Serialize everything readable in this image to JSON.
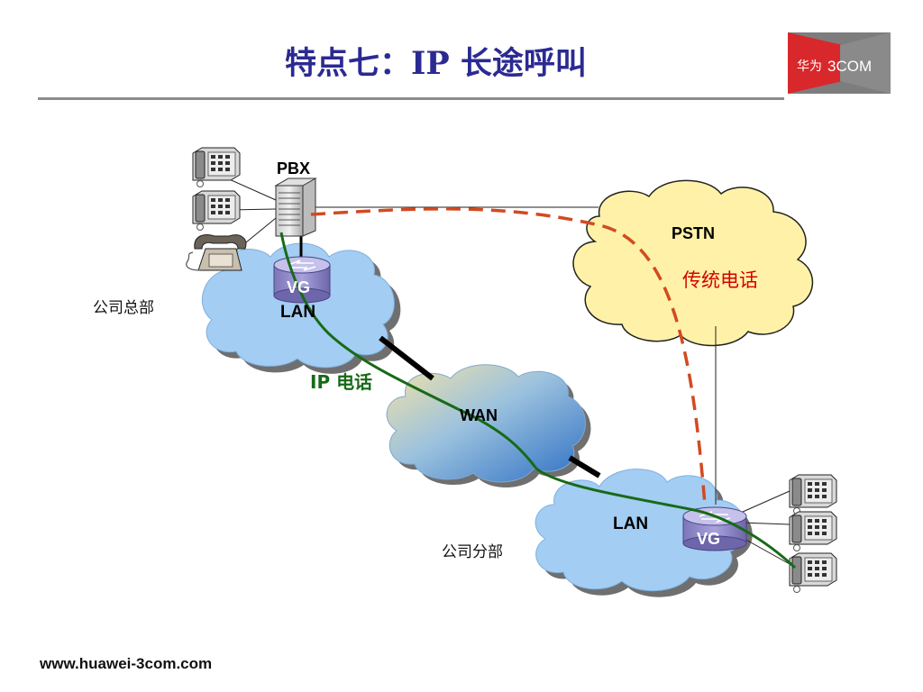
{
  "header": {
    "title": "特点七：IP 长途呼叫",
    "logo": {
      "text_cn": "华为",
      "text_en": "3COM",
      "colors": {
        "red": "#d8282b",
        "gray": "#7d7d7d"
      }
    }
  },
  "nodes": {
    "pbx": "PBX",
    "pstn": "PSTN",
    "traditional_call": "传统电话",
    "hq_label": "公司总部",
    "hq_vg": "VG",
    "hq_lan": "LAN",
    "wan": "WAN",
    "branch_label": "公司分部",
    "branch_lan": "LAN",
    "branch_vg": "VG",
    "ip_call": "IP 电话"
  },
  "colors": {
    "ip_path": "#176a17",
    "pstn_path": "#d24a21",
    "cloud_blue": "#a3cdf2",
    "cloud_yellow": "#fff2a8",
    "title": "#2b2a92"
  },
  "footer": {
    "url": "www.huawei-3com.com"
  }
}
